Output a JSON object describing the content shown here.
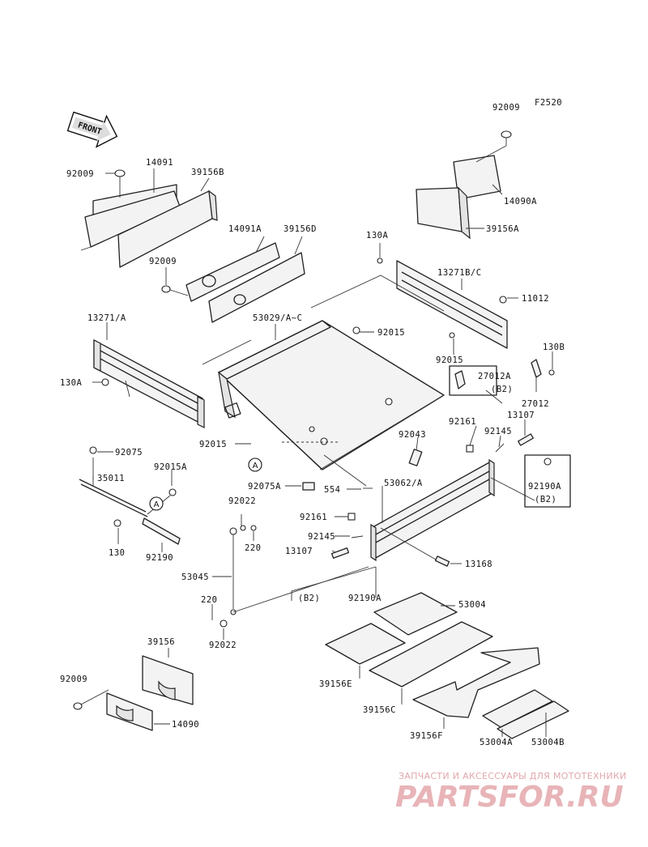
{
  "figure_code": "F2520",
  "front_label": "FRONT",
  "callouts": {
    "c92009_top": "92009",
    "c14090A": "14090A",
    "c39156A": "39156A",
    "c92009_l": "92009",
    "c14091": "14091",
    "c39156B": "39156B",
    "c14091A": "14091A",
    "c39156D": "39156D",
    "c92009_m": "92009",
    "c130A_top": "130A",
    "c13271BC": "13271B/C",
    "c11012": "11012",
    "c13271A": "13271/A",
    "c53029": "53029/A~C",
    "c92015_a": "92015",
    "c92015_b": "92015",
    "c130B": "130B",
    "c27012A": "27012A",
    "c27012A_b2": "(B2)",
    "c27012": "27012",
    "c130A_l": "130A",
    "c92015_c": "92015",
    "c92161_a": "92161",
    "c13107_a": "13107",
    "c92145_a": "92145",
    "c92043": "92043",
    "c92075": "92075",
    "c35011": "35011",
    "c92015A": "92015A",
    "c130": "130",
    "c92190": "92190",
    "c92075A": "92075A",
    "c554": "554",
    "c53062A": "53062/A",
    "c92190A_a": "92190A",
    "c92190A_b2": "(B2)",
    "c92022_a": "92022",
    "c220_a": "220",
    "c92161_b": "92161",
    "c92145_b": "92145",
    "c13107_b": "13107",
    "c13168": "13168",
    "c53045": "53045",
    "cB2": "(B2)",
    "c92190A_b": "92190A",
    "c220_b": "220",
    "c92022_b": "92022",
    "c53004": "53004",
    "c39156": "39156",
    "c92009_b": "92009",
    "c14090": "14090",
    "c39156E": "39156E",
    "c39156C": "39156C",
    "c39156F": "39156F",
    "c53004A": "53004A",
    "c53004B": "53004B"
  },
  "ref_circles": {
    "a1": "A",
    "a2": "A"
  },
  "watermark": {
    "subtitle": "ЗАПЧАСТИ И АКСЕССУАРЫ ДЛЯ МОТОТЕХНИКИ",
    "brand": "PARTSFOR.RU",
    "color": "#e8b4b8"
  }
}
